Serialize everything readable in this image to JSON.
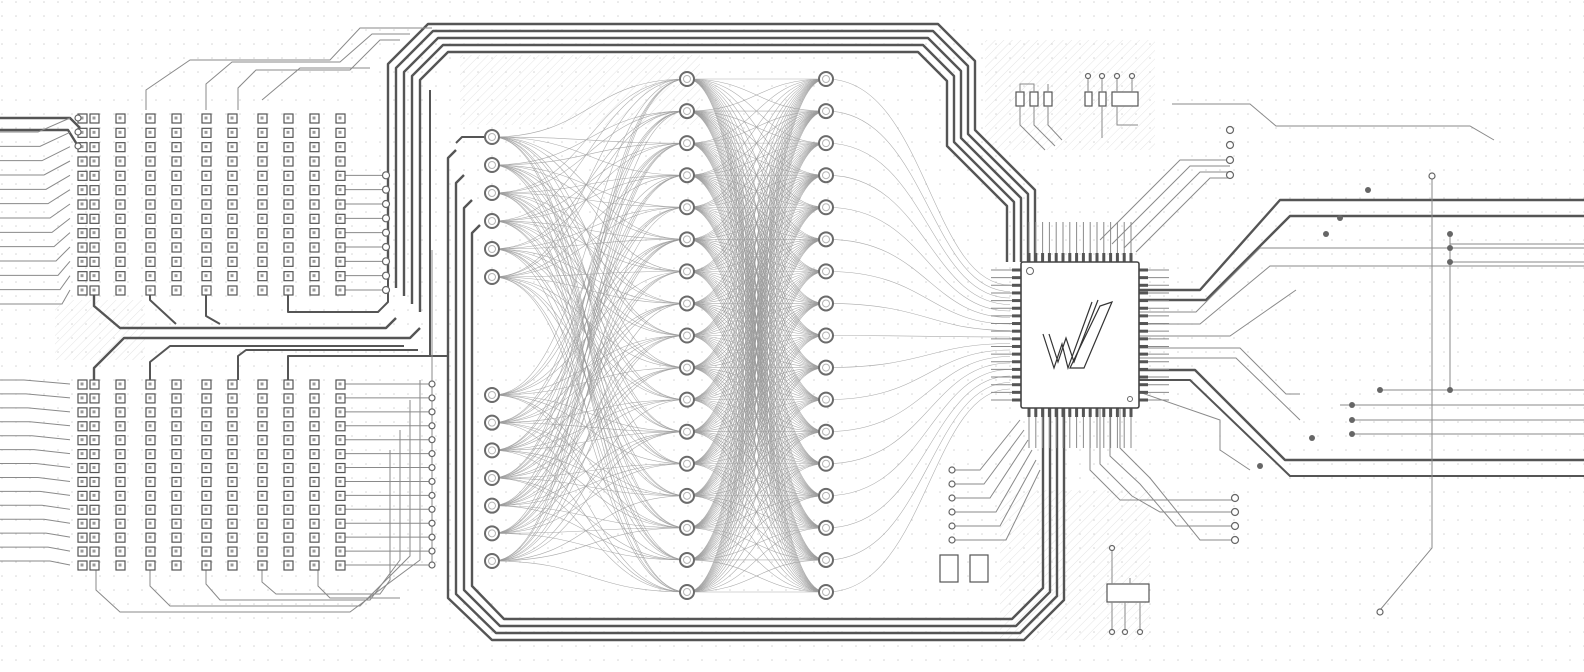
{
  "diagram": {
    "type": "circuit-board neural network illustration",
    "layers": [
      6,
      7,
      17,
      17
    ],
    "connectors": [
      {
        "id": "left-upper",
        "rows": 13
      },
      {
        "id": "left-lower",
        "rows": 14
      }
    ],
    "colors": {
      "trace": "#555555",
      "thin_trace": "#8a8a8a",
      "node": "#6b6b6b",
      "background": "#ffffff"
    },
    "icons": [
      "microchip-icon",
      "logo-w-icon",
      "resistor-icon",
      "via-icon"
    ]
  }
}
